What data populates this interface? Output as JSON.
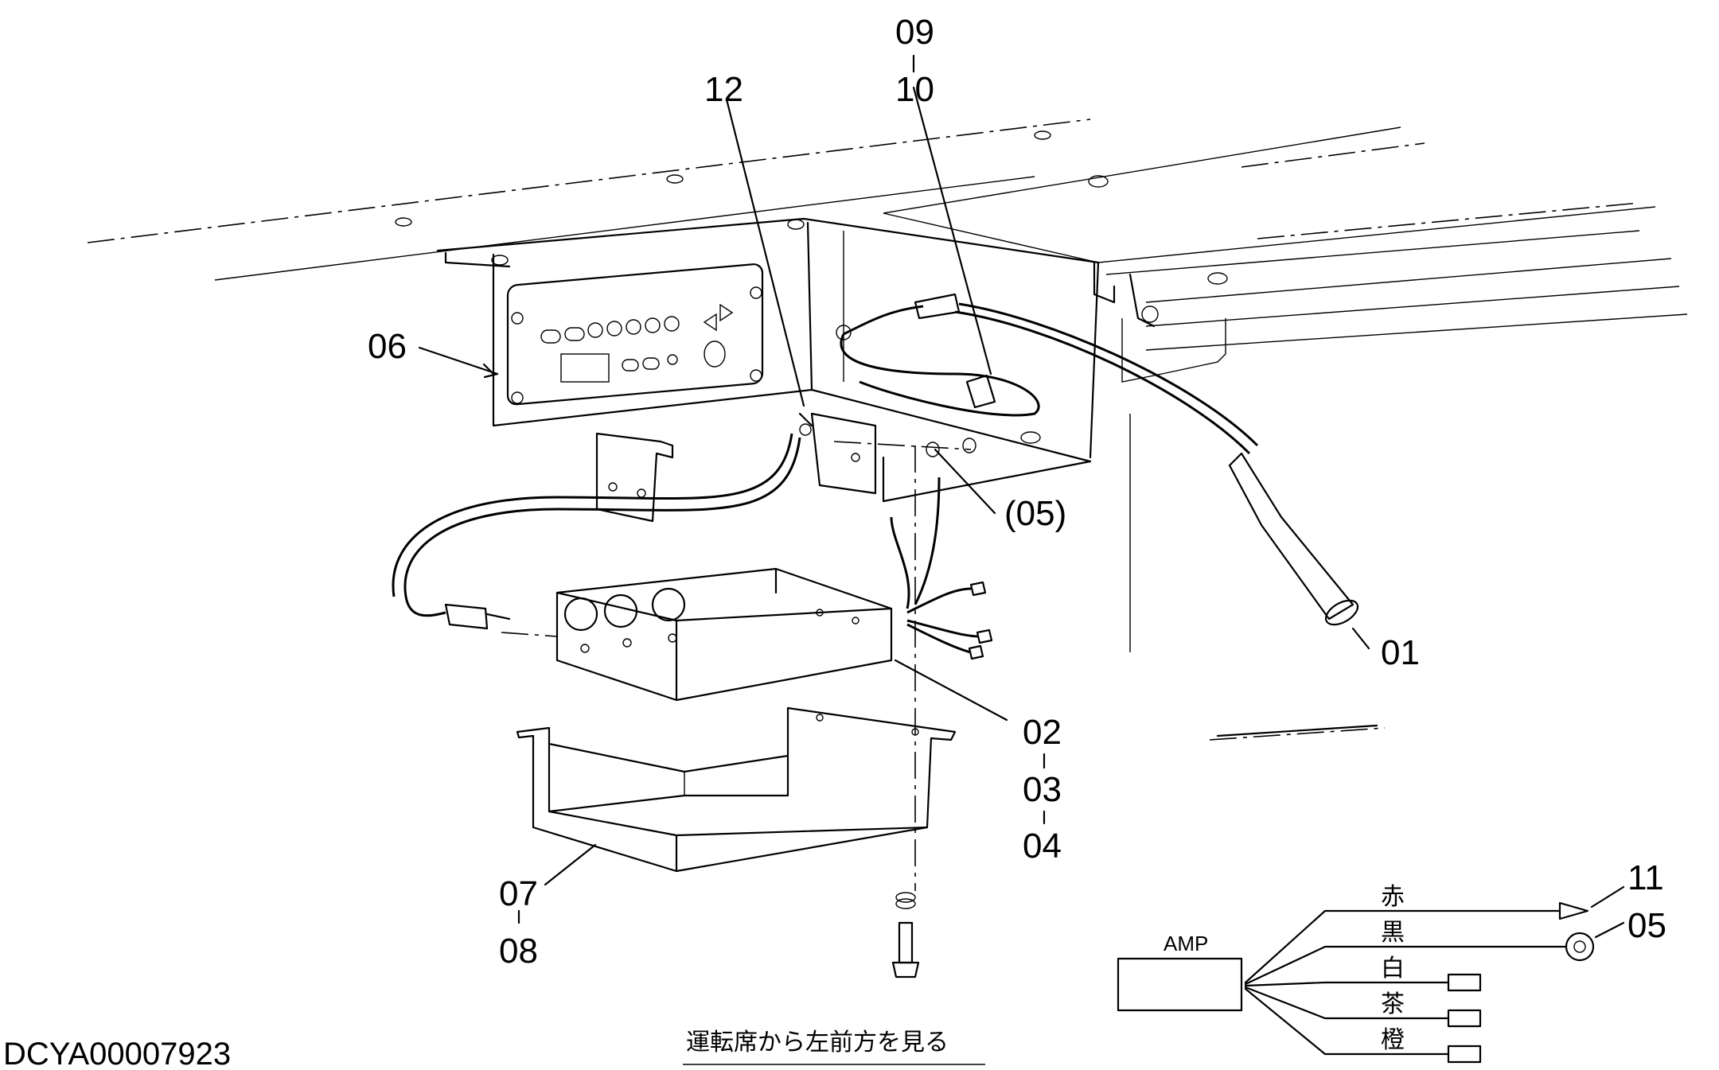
{
  "callouts": {
    "c01": "01",
    "c02": "02",
    "c03": "03",
    "c04": "04",
    "c05": "05",
    "c05ref": "(05)",
    "c06": "06",
    "c07": "07",
    "c08": "08",
    "c09": "09",
    "c10": "10",
    "c11": "11",
    "c12": "12"
  },
  "wiring": {
    "box_label": "AMP",
    "wires": [
      "赤",
      "黒",
      "白",
      "茶",
      "橙"
    ]
  },
  "caption": "運転席から左前方を見る",
  "drawing_code": "DCYA00007923"
}
